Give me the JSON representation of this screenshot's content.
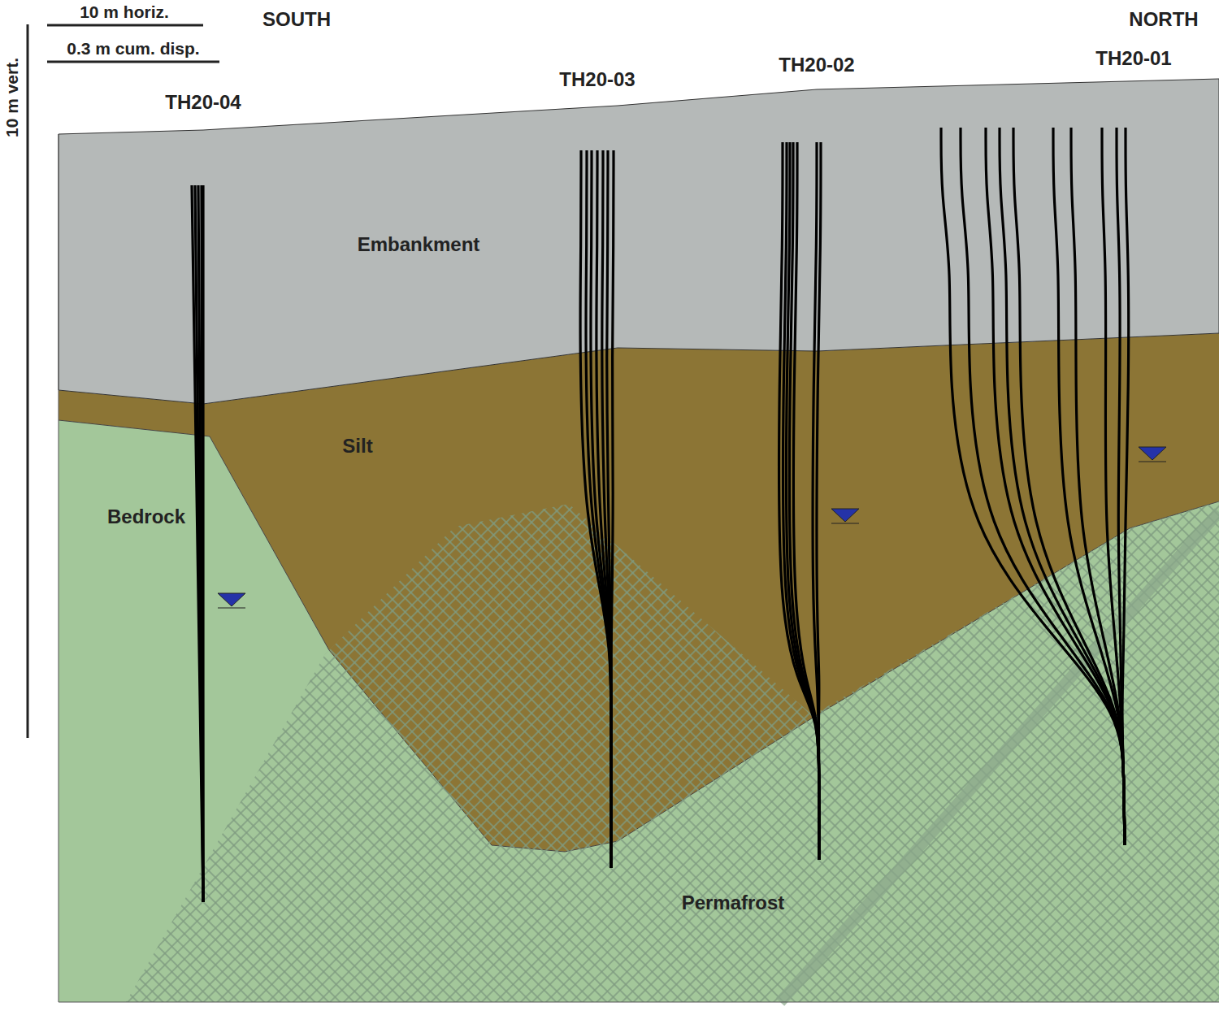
{
  "diagram": {
    "labels": [
      "10 m horiz.",
      "0.3 m cum. disp.",
      "10 m vert.",
      "SOUTH",
      "NORTH",
      "TH20-04",
      "TH20-03",
      "TH20-02",
      "TH20-01",
      "Embankment",
      "Silt",
      "Bedrock",
      "Permafrost"
    ]
  }
}
